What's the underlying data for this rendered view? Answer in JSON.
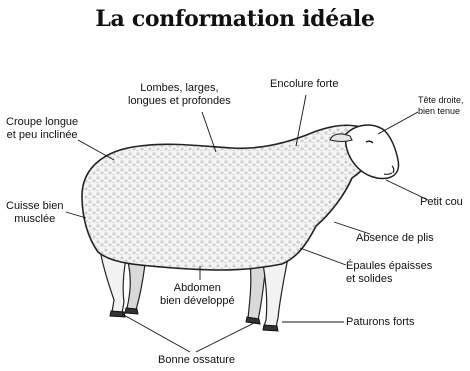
{
  "title": "La conformation idéale",
  "labels": {
    "lombes": [
      "Lombes, larges,",
      "longues et profondes"
    ],
    "encolure": "Encolure forte",
    "tete": [
      "Tête droite,",
      "bien tenue"
    ],
    "croupe": [
      "Croupe longue",
      "et peu inclinée"
    ],
    "cuisse": [
      "Cuisse bien",
      "musclée"
    ],
    "petit_cou": "Petit cou",
    "plis": "Absence de plis",
    "epaules": [
      "Épaules épaisses",
      "et solides"
    ],
    "abdomen": [
      "Abdomen",
      "bien développé"
    ],
    "paturons": "Paturons forts",
    "ossature": "Bonne ossature"
  }
}
